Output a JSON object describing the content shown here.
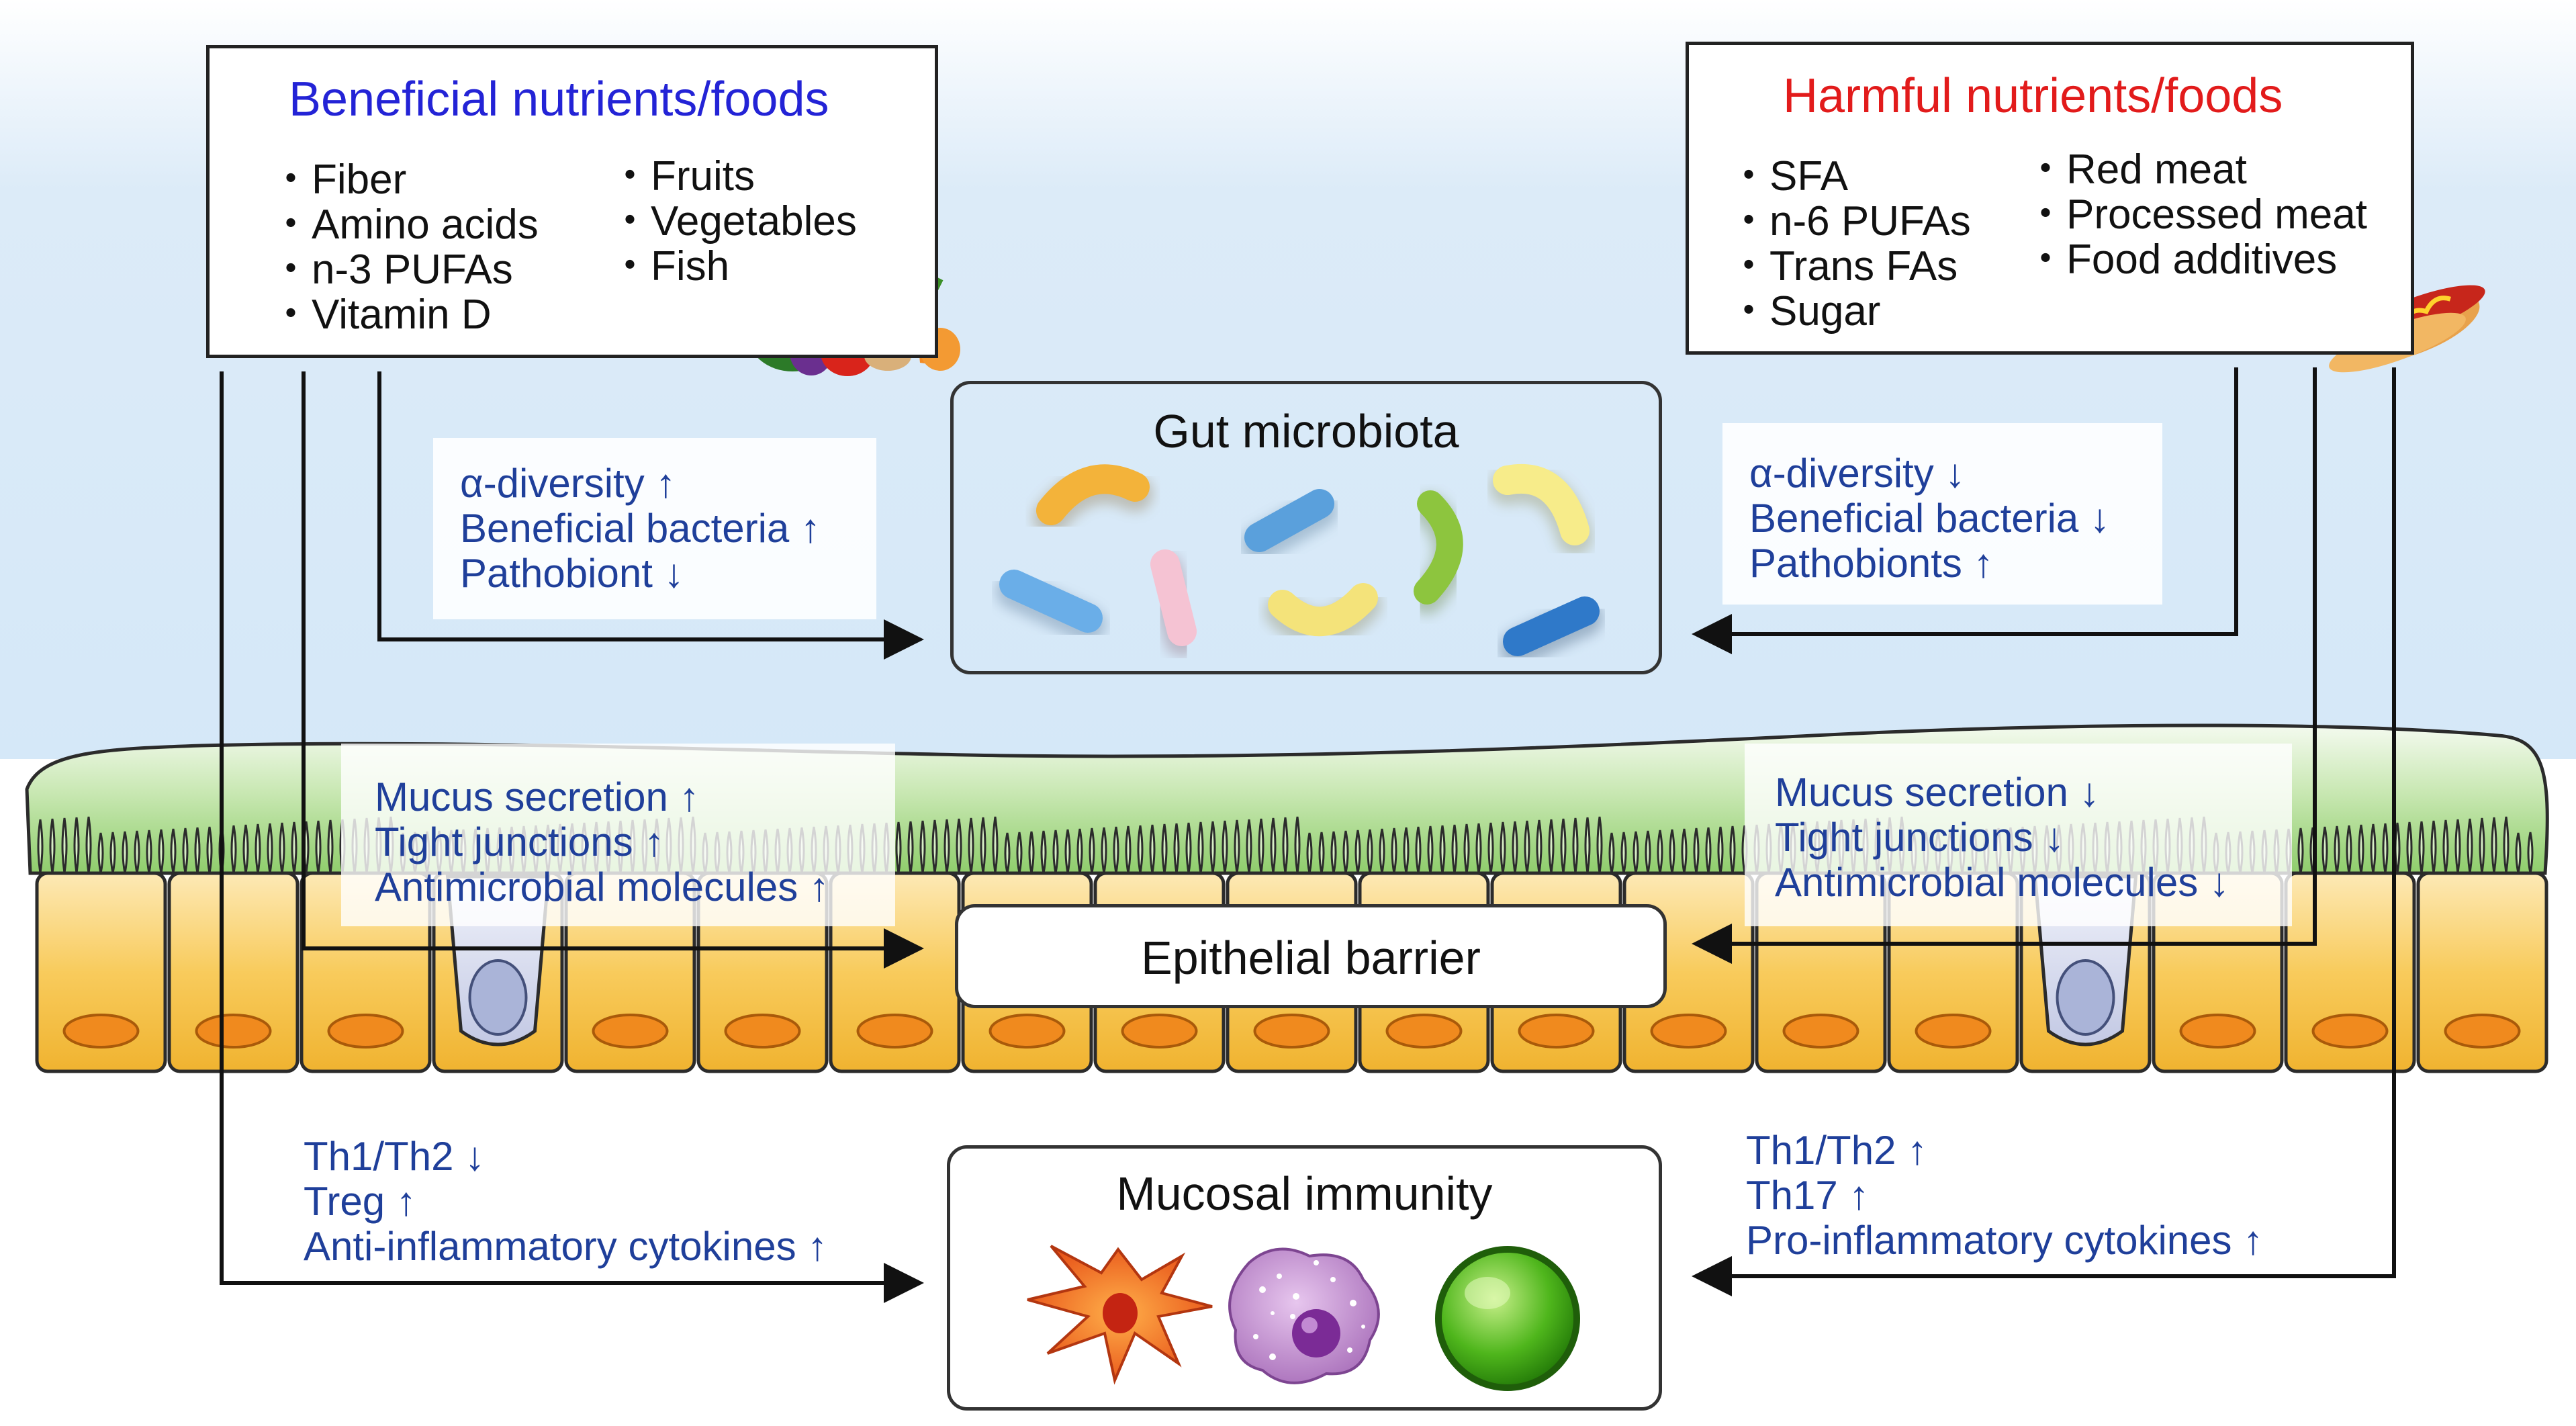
{
  "beneficial": {
    "title": "Beneficial nutrients/foods",
    "items_left": [
      "・Fiber",
      "・Amino acids",
      "・n-3 PUFAs",
      "・Vitamin D"
    ],
    "items_right": [
      "・Fruits",
      "・Vegetables",
      "・Fish"
    ],
    "icon": "vegetables-icon"
  },
  "harmful": {
    "title": "Harmful nutrients/foods",
    "items_left": [
      "・SFA",
      "・n-6 PUFAs",
      "・Trans FAs",
      "・Sugar"
    ],
    "items_right": [
      "・Red meat",
      "・Processed meat",
      "・Food additives"
    ],
    "icon": "hotdog-icon"
  },
  "microbiota": {
    "title": "Gut microbiota",
    "beneficial_effects": [
      "α-diversity ↑",
      "Beneficial bacteria ↑",
      "Pathobiont ↓"
    ],
    "harmful_effects": [
      "α-diversity ↓",
      "Beneficial bacteria ↓",
      "Pathobionts ↑"
    ]
  },
  "barrier": {
    "title": "Epithelial barrier",
    "beneficial_effects": [
      "Mucus secretion ↑",
      "Tight junctions ↑",
      "Antimicrobial molecules ↑"
    ],
    "harmful_effects": [
      "Mucus secretion ↓",
      "Tight junctions ↓",
      "Antimicrobial molecules ↓"
    ]
  },
  "immunity": {
    "title": "Mucosal immunity",
    "beneficial_effects": [
      "Th1/Th2 ↓",
      "Treg ↑",
      "Anti-inflammatory cytokines ↑"
    ],
    "harmful_effects": [
      "Th1/Th2 ↑",
      "Th17 ↑",
      "Pro-inflammatory cytokines ↑"
    ]
  },
  "colors": {
    "beneficial_title": "#2323d6",
    "harmful_title": "#e21b1b",
    "effect_text": "#1f3f9a",
    "mucus": "#a8d98c",
    "cells": "#f6c24b",
    "nucleus": "#f08a1e"
  }
}
